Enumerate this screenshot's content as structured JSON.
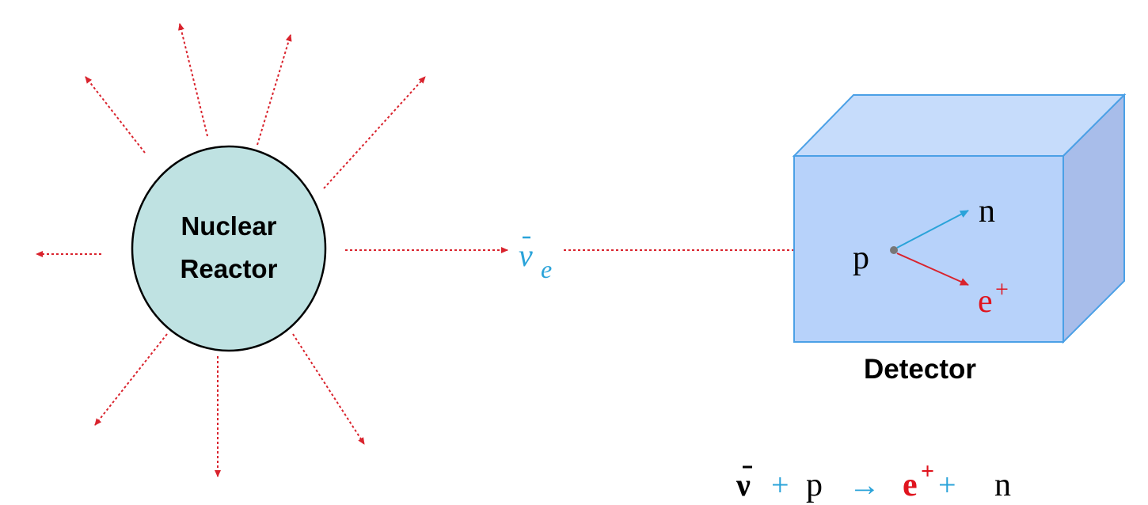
{
  "reactor": {
    "label_line1": "Nuclear",
    "label_line2": "Reactor"
  },
  "neutrino": {
    "symbol": "ν",
    "subscript": "e"
  },
  "detector": {
    "label": "Detector",
    "proton": "p",
    "neutron": "n",
    "positron": "e",
    "positron_charge": "+"
  },
  "equation": {
    "antineutrino": "ν",
    "plus1": "+",
    "proton": "p",
    "arrow": "→",
    "positron": "e",
    "positron_charge": "+",
    "plus2": "+",
    "neutron": "n"
  },
  "colors": {
    "arrow_red": "#d9232d",
    "neutrino_blue": "#2aa3d9",
    "positron_red": "#e0141e",
    "reactor_fill": "#bfe2e2",
    "detector_front": "#b7d2fa",
    "detector_top": "#c6dcfb",
    "detector_side": "#a8bdea",
    "detector_edge": "#4ba0e6"
  }
}
